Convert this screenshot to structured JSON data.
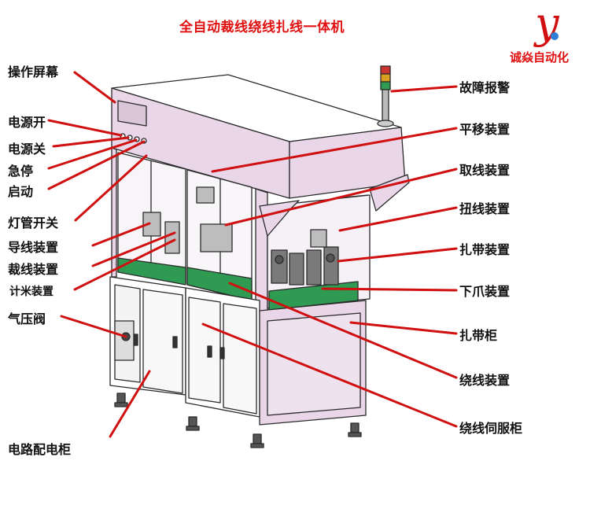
{
  "title": "全自动裁线绕线扎线一体机",
  "brand": {
    "name": "诚焱自动化",
    "logo_letter": "y"
  },
  "labels": {
    "screen": "操作屏幕",
    "power_on": "电源开",
    "power_off": "电源关",
    "estop": "急停",
    "start": "启动",
    "lamp_switch": "灯管开关",
    "wire_guide": "导线装置",
    "wire_cut": "裁线装置",
    "meter": "计米装置",
    "air_valve": "气压阀",
    "electrical_cabinet": "电路配电柜",
    "alarm": "故障报警",
    "translate": "平移装置",
    "wire_take": "取线装置",
    "twist": "扭线装置",
    "tie": "扎带装置",
    "lower_claw": "下爪装置",
    "tie_cabinet": "扎带柜",
    "winding": "绕线装置",
    "servo_cabinet": "绕线伺服柜"
  },
  "colors": {
    "leader": "#d01010",
    "panel": "#e9d7e9",
    "outline": "#2a2a2a",
    "bed": "#2e9a52",
    "title": "#e01010"
  }
}
